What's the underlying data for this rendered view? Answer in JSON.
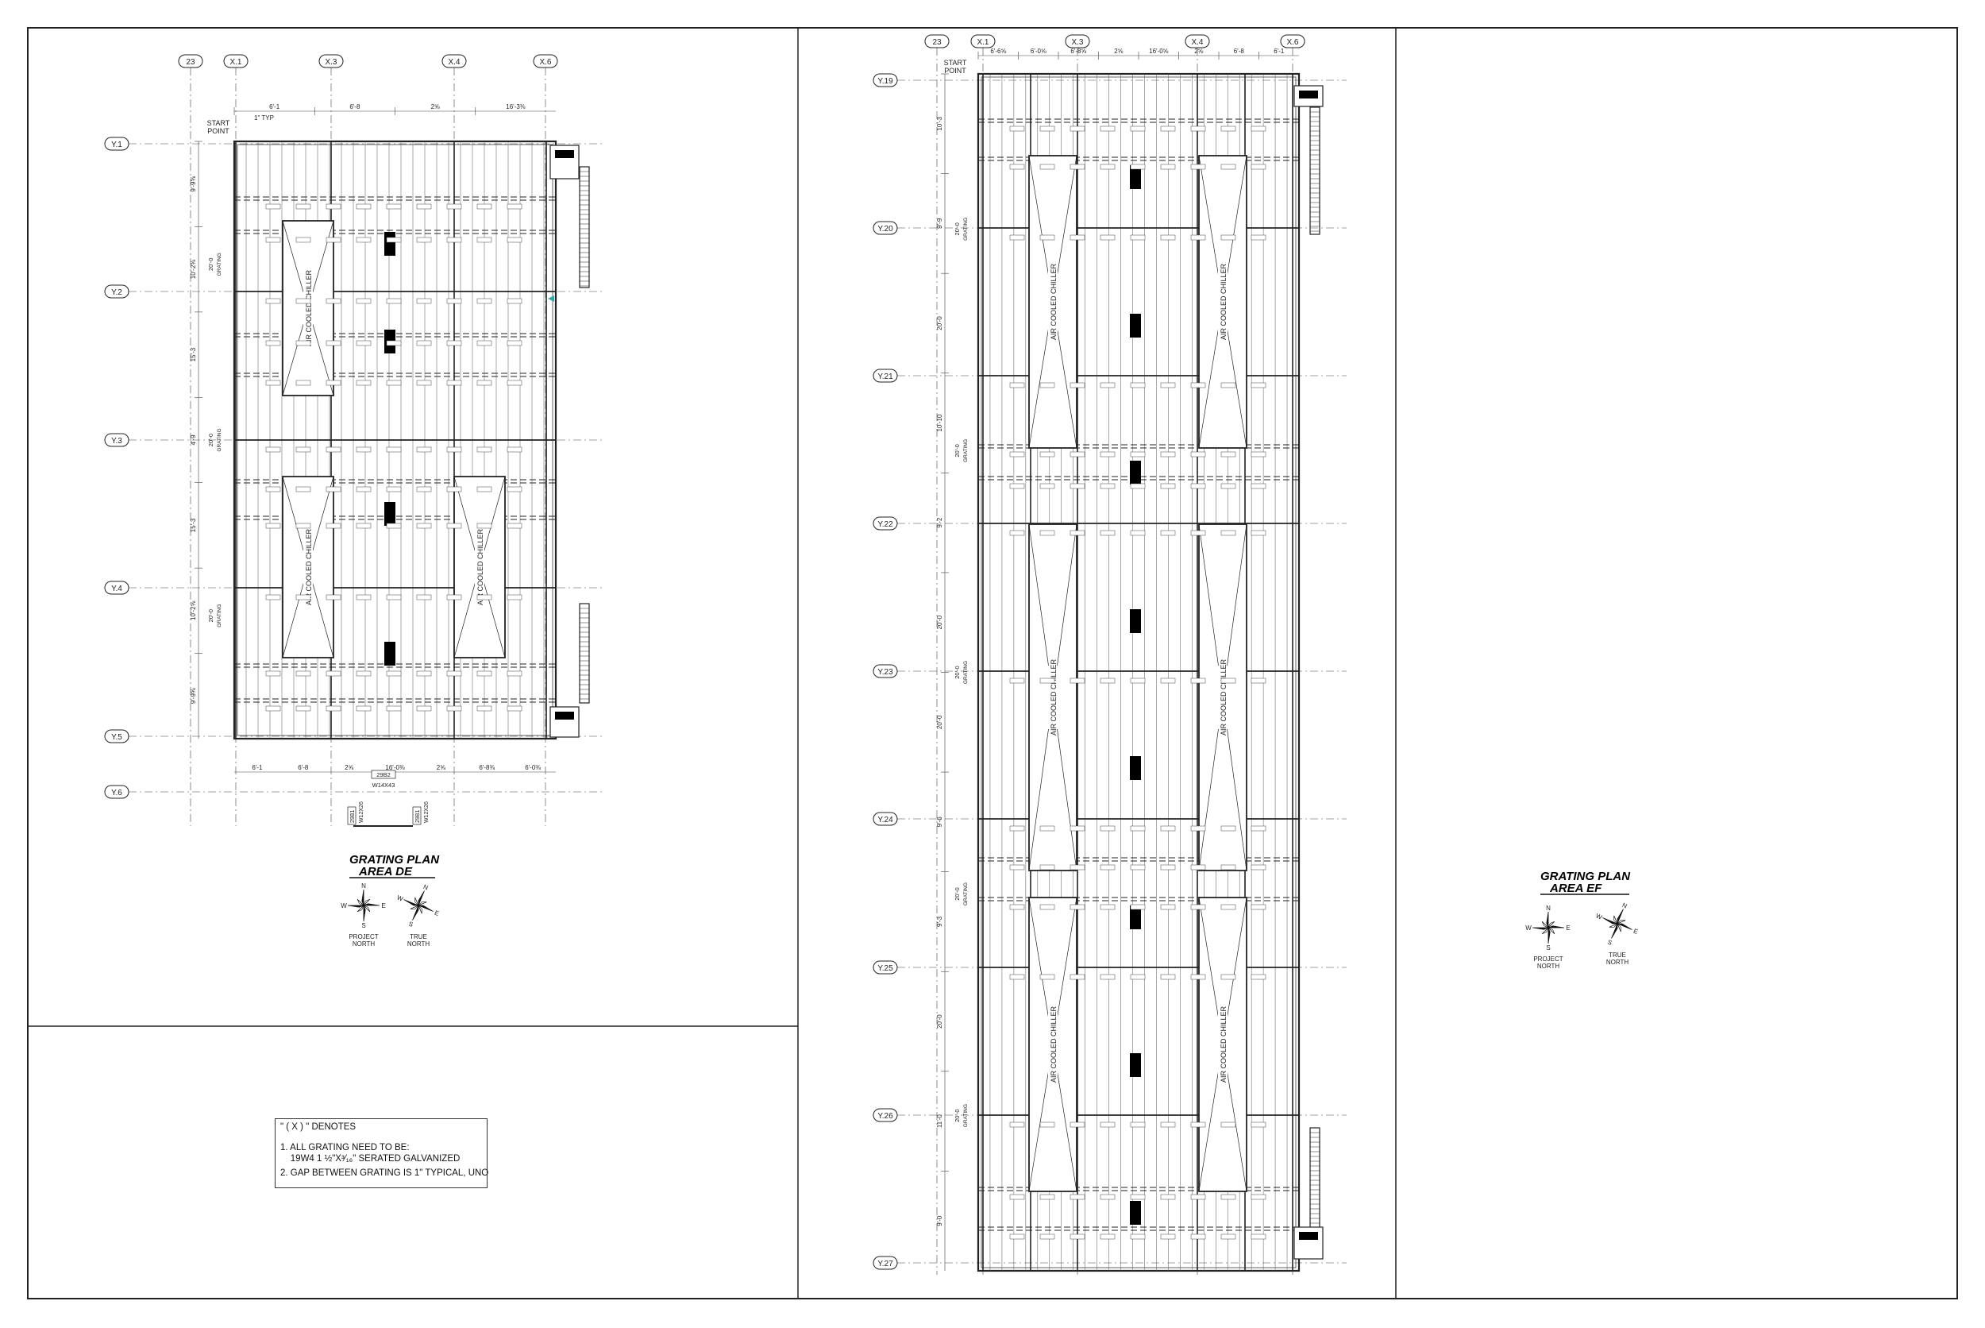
{
  "left_plan": {
    "title": "GRATING PLAN",
    "subtitle": "AREA DE",
    "column_grid": [
      "23",
      "X.1",
      "X.3",
      "X.4",
      "X.6"
    ],
    "row_grid": [
      "Y.1",
      "Y.2",
      "Y.3",
      "Y.4",
      "Y.5",
      "Y.6"
    ],
    "start_point": "START\nPOINT",
    "typ_note": "1\" TYP",
    "top_dims": [
      "6'-1",
      "6'-8",
      "2⅝",
      "16'-3⅜"
    ],
    "bottom_dims": [
      "6'-1",
      "6'-8",
      "2⅝",
      "16'-0⅜",
      "2⅝",
      "6'-8⅜",
      "6'-0⅜"
    ],
    "left_dims": [
      "9'-9⅝",
      "10'-2⅝",
      "15'-3",
      "4'-9",
      "15'-3",
      "10'-2⅝",
      "9'-9⅝"
    ],
    "grating_dims": [
      "20'-0",
      "20'-0",
      "20'-0"
    ],
    "grating_word": "GRATING",
    "chiller_label": "AIR COOLED CHILLER",
    "beam_mark_1": "29B2",
    "beam_size_1": "W14X43",
    "beam_mark_2": "29B1",
    "beam_size_2": "W12X26",
    "beam_mark_3": "29B1",
    "beam_size_3": "W12X26"
  },
  "right_plan": {
    "title": "GRATING PLAN",
    "subtitle": "AREA EF",
    "column_grid": [
      "23",
      "X.1",
      "X.3",
      "X.4",
      "X.6"
    ],
    "row_grid": [
      "Y.19",
      "Y.20",
      "Y.21",
      "Y.22",
      "Y.23",
      "Y.24",
      "Y.25",
      "Y.26",
      "Y.27"
    ],
    "start_point": "START\nPOINT",
    "top_dims": [
      "6'-6⅝",
      "6'-0⅝",
      "6'-8⅝",
      "2⅝",
      "16'-0⅝",
      "2⅝",
      "6'-8",
      "6'-1"
    ],
    "left_dims": [
      "10'-3",
      "9'-9",
      "20'-0",
      "10'-10",
      "9'-2",
      "20'-0",
      "20'-0",
      "9'-6",
      "9'-3",
      "20'-0",
      "11'-0",
      "9'-0"
    ],
    "grating_dims": [
      "20'-0",
      "20'-0",
      "20'-0",
      "20'-0",
      "20'-0"
    ],
    "grating_word": "GRATING",
    "chiller_label": "AIR COOLED CHILLER"
  },
  "compass": {
    "n": "N",
    "s": "S",
    "e": "E",
    "w": "W",
    "project_north": "PROJECT\nNORTH",
    "true_north": "TRUE\nNORTH"
  },
  "notes": {
    "header": "\" ( X ) \" DENOTES",
    "line1": "1. ALL GRATING NEED TO BE:",
    "line2": "    19W4 1 ½\"X³⁄₁₆\" SERATED GALVANIZED",
    "line3": "2. GAP BETWEEN GRATING IS 1\" TYPICAL, UNO"
  },
  "colors": {
    "line": "#222222",
    "dim": "#444444",
    "hatch": "#555555",
    "fill": "#000000",
    "accent": "#2aa8a8"
  }
}
